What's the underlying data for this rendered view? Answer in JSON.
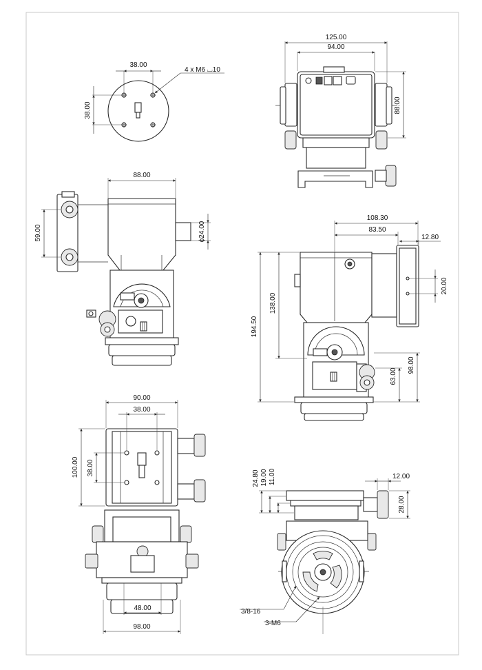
{
  "dims": {
    "top_hole_spacing_h": "38.00",
    "top_hole_spacing_v": "38.00",
    "top_hole_callout": "4 x M6 ⌴10",
    "rear_width_outer": "125.00",
    "rear_width_inner": "94.00",
    "rear_height": "88.00",
    "side_width": "88.00",
    "side_knob_spacing": "59.00",
    "side_port_dia": "ϕ24.00",
    "front_offset_outer": "108.30",
    "front_offset_inner": "83.50",
    "front_motor_depth": "12.80",
    "front_hole_spacing": "20.00",
    "front_total_height": "194.50",
    "front_body_height": "138.00",
    "front_knob_height_hi": "98.00",
    "front_knob_height_lo": "63.00",
    "bottom_width": "90.00",
    "bottom_hole_spacing_h": "38.00",
    "bottom_plate_height": "100.00",
    "bottom_hole_spacing_v": "38.00",
    "bottom_ring_width": "48.00",
    "bottom_base_width": "98.00",
    "end_dim_a": "24.80",
    "end_dim_b": "19.00",
    "end_dim_c": "11.00",
    "end_knob_len": "12.00",
    "end_knob_dia": "28.00",
    "end_thread_callout": "3/8-16",
    "end_screw_callout": "3-M6"
  }
}
